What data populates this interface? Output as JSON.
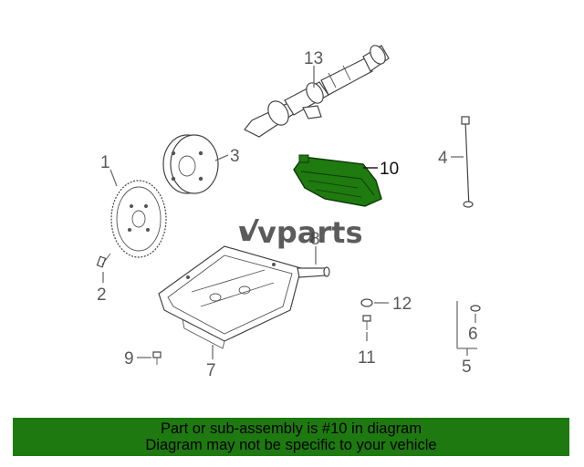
{
  "callouts": {
    "c1": "1",
    "c2": "2",
    "c3": "3",
    "c4": "4",
    "c5": "5",
    "c6": "6",
    "c7": "7",
    "c8": "8",
    "c9": "9",
    "c10": "10",
    "c11": "11",
    "c12": "12",
    "c13": "13"
  },
  "highlight_part": "10",
  "colors": {
    "highlight": "#1f7a10",
    "banner_bg": "#1e7a10",
    "line": "#6d6d6d"
  },
  "watermark": "vparts",
  "banner": {
    "line1": "Part or sub-assembly is #10 in diagram",
    "line2": "Diagram may not be specific to your vehicle"
  }
}
